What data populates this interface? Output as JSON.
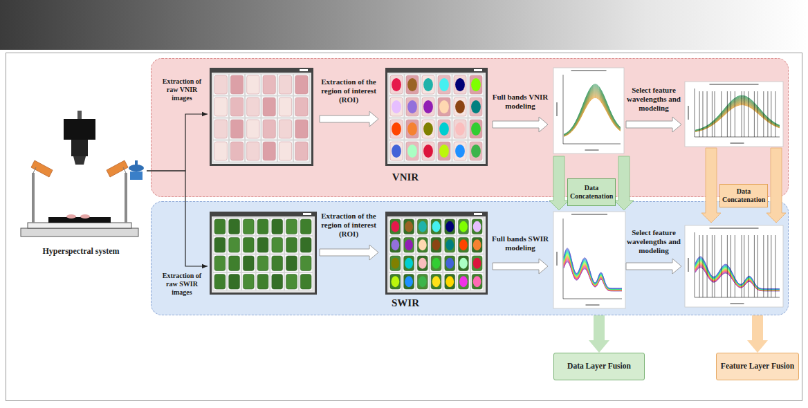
{
  "diagram": {
    "nodes": [
      {
        "text": [
          "Hyperspectral system"
        ]
      },
      {
        "text": [
          "VNIR"
        ]
      },
      {
        "text": [
          "SWIR"
        ]
      },
      {
        "text": [
          "Data Concatenation"
        ]
      },
      {
        "text": [
          "Data Concatenation"
        ]
      },
      {
        "text": [
          "Data Layer Fusion"
        ]
      },
      {
        "text": [
          "Feature Layer Fusion"
        ]
      }
    ],
    "edges": [
      {
        "from": 0,
        "to": 1,
        "arrow": "to"
      },
      {
        "from": 0,
        "to": 2,
        "arrow": "to"
      },
      {
        "from": 2,
        "to": 5,
        "arrow": "to"
      },
      {
        "from": 2,
        "to": 6,
        "arrow": "to"
      }
    ],
    "labels": [
      "Extraction of raw VNIR images",
      "Extraction of the region of interest (ROI)",
      "Full bands VNIR modeling",
      "Select feature wavelengths and modeling",
      "Extraction of raw SWIR images",
      "Extraction of the region of interest (ROI)",
      "Full bands SWIR modeling",
      "Select feature wavelengths and modeling"
    ]
  }
}
